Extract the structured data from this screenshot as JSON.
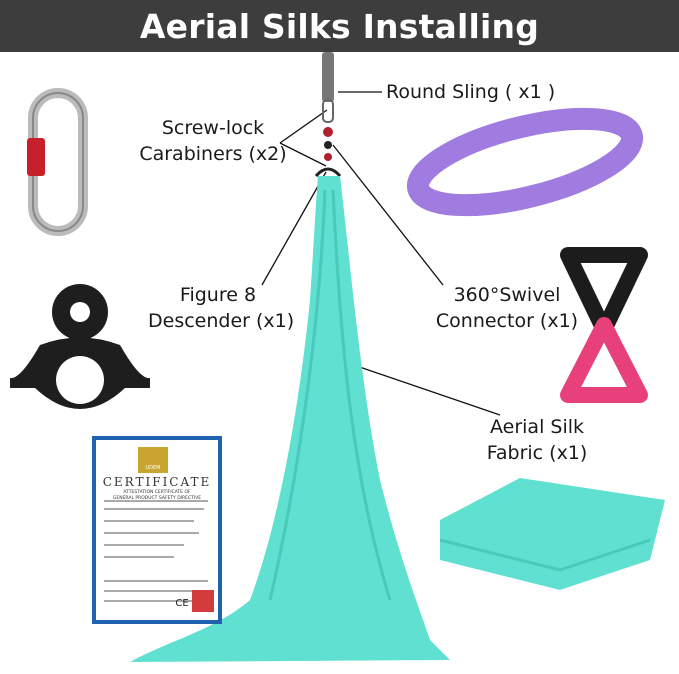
{
  "title": "Aerial Silks Installing",
  "labels": {
    "round_sling": "Round Sling ( x1 )",
    "carabiners_1": "Screw-lock",
    "carabiners_2": "Carabiners (x2)",
    "descender_1": "Figure 8",
    "descender_2": "Descender (x1)",
    "swivel_1": "360°Swivel",
    "swivel_2": "Connector (x1)",
    "fabric_1": "Aerial Silk",
    "fabric_2": "Fabric (x1)"
  },
  "certificate": {
    "heading": "CERTIFICATE",
    "subheading_1": "ATTESTATION CERTIFICATE OF",
    "subheading_2": "GENERAL PRODUCT SAFETY DIRECTIVE",
    "logo_text": "UDEM",
    "ce_mark": "CE"
  },
  "colors": {
    "header_bg": "#3d3d3d",
    "silk": "#5fe0d1",
    "sling": "#a07be0",
    "swivel_top": "#1c1c1c",
    "swivel_bottom": "#e8407a",
    "carabiner_lock": "#c8202a"
  }
}
